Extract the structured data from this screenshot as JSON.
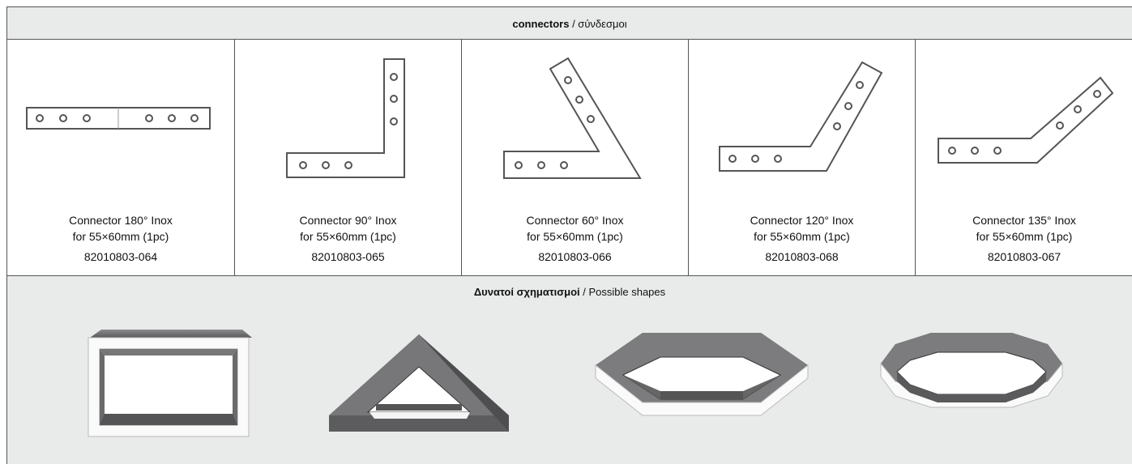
{
  "header": {
    "bold": "connectors",
    "rest": " / σύνδεσμοι"
  },
  "connectors": [
    {
      "name": "Connector 180° Inox",
      "size": "for 55×60mm (1pc)",
      "code": "82010803-064",
      "icon": "connector-180-icon"
    },
    {
      "name": "Connector 90° Inox",
      "size": "for 55×60mm (1pc)",
      "code": "82010803-065",
      "icon": "connector-90-icon"
    },
    {
      "name": "Connector 60° Inox",
      "size": "for 55×60mm (1pc)",
      "code": "82010803-066",
      "icon": "connector-60-icon"
    },
    {
      "name": "Connector 120° Inox",
      "size": "for 55×60mm (1pc)",
      "code": "82010803-068",
      "icon": "connector-120-icon"
    },
    {
      "name": "Connector 135° Inox",
      "size": "for 55×60mm (1pc)",
      "code": "82010803-067",
      "icon": "connector-135-icon"
    }
  ],
  "shapes": {
    "title_bold": "Δυνατοί σχηματισμοί",
    "title_rest": " / Possible shapes",
    "items": [
      "rectangle-shape",
      "triangle-shape",
      "hexagon-shape",
      "octagon-shape"
    ]
  },
  "colors": {
    "header_bg": "#e9eaea",
    "border": "#555555",
    "metal": "#6b6b6d"
  }
}
